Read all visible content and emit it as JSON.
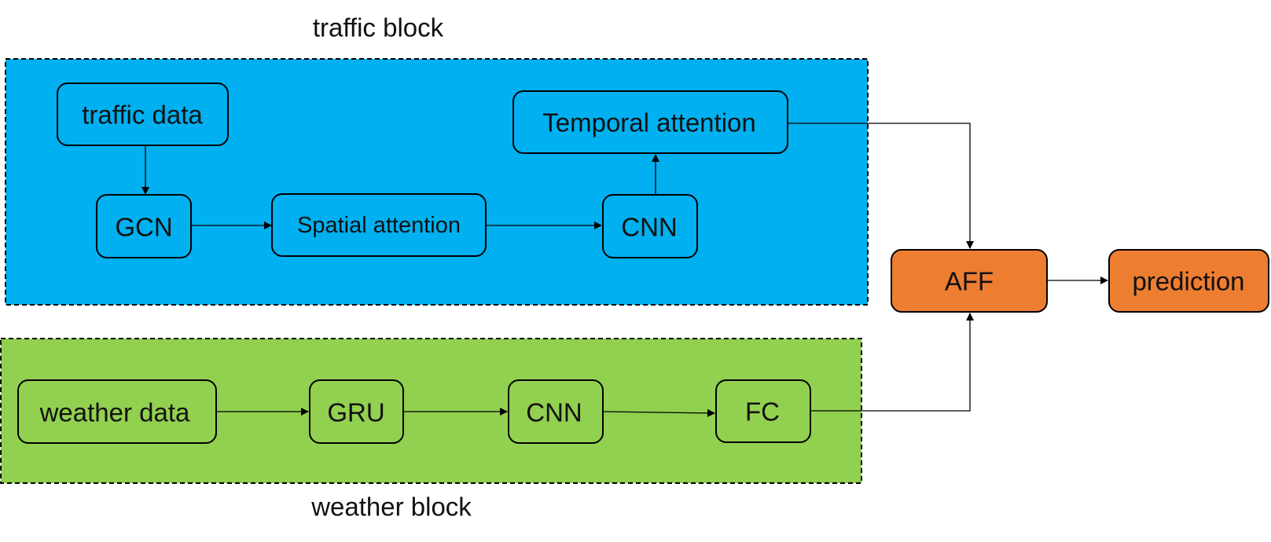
{
  "blocks": {
    "traffic": {
      "label": "traffic block",
      "fill": "#00b0f0"
    },
    "weather": {
      "label": "weather block",
      "fill": "#92d050"
    }
  },
  "nodes": {
    "traffic_data": "traffic data",
    "gcn": "GCN",
    "spatial_attention": "Spatial attention",
    "cnn_traffic": "CNN",
    "temporal_attention": "Temporal attention",
    "weather_data": "weather data",
    "gru": "GRU",
    "cnn_weather": "CNN",
    "fc": "FC",
    "aff": "AFF",
    "prediction": "prediction"
  },
  "colors": {
    "fusion_fill": "#ed7d31",
    "border": "#000000"
  },
  "edges": [
    [
      "traffic_data",
      "gcn"
    ],
    [
      "gcn",
      "spatial_attention"
    ],
    [
      "spatial_attention",
      "cnn_traffic"
    ],
    [
      "cnn_traffic",
      "temporal_attention"
    ],
    [
      "temporal_attention",
      "aff"
    ],
    [
      "weather_data",
      "gru"
    ],
    [
      "gru",
      "cnn_weather"
    ],
    [
      "cnn_weather",
      "fc"
    ],
    [
      "fc",
      "aff"
    ],
    [
      "aff",
      "prediction"
    ]
  ]
}
